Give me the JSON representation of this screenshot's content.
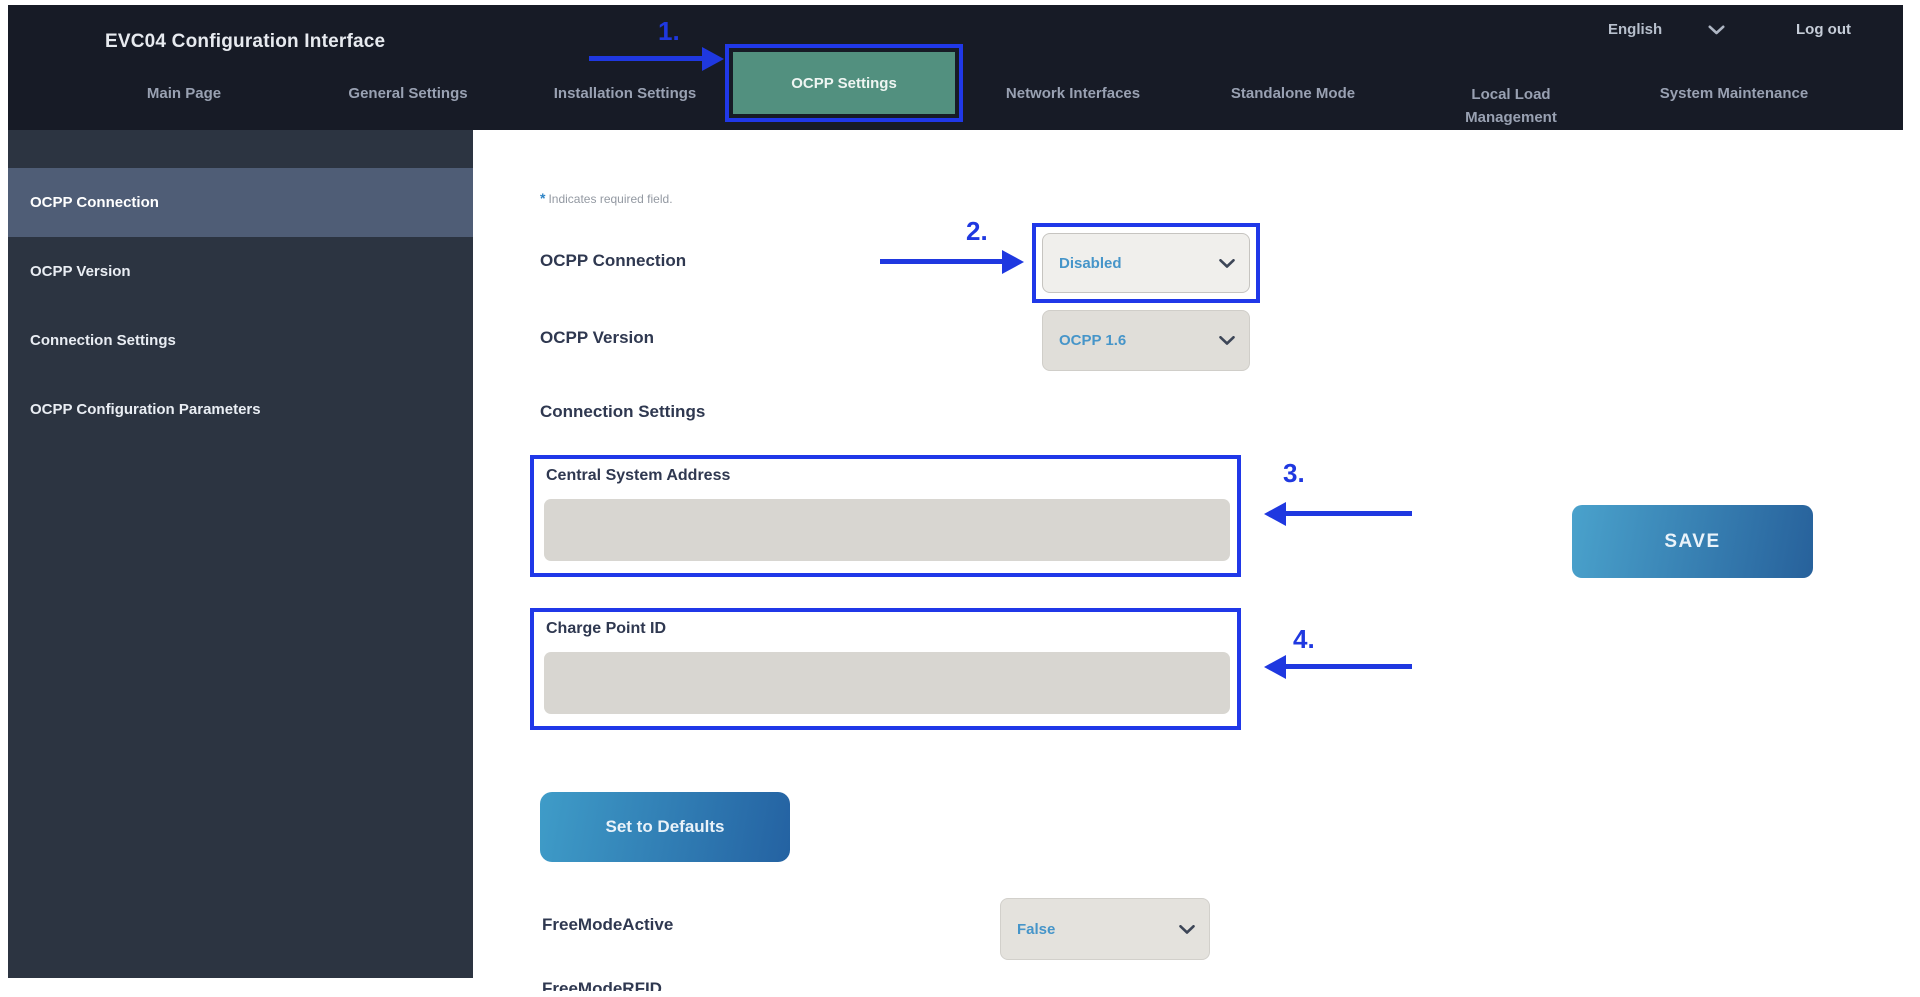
{
  "header": {
    "title": "EVC04 Configuration Interface",
    "language": "English",
    "logout_label": "Log out",
    "nav_items": [
      {
        "label": "Main Page",
        "active": false
      },
      {
        "label": "General Settings",
        "active": false
      },
      {
        "label": "Installation Settings",
        "active": false
      },
      {
        "label": "OCPP Settings",
        "active": true
      },
      {
        "label": "Network Interfaces",
        "active": false
      },
      {
        "label": "Standalone Mode",
        "active": false
      },
      {
        "label": "Local Load Management",
        "active": false
      },
      {
        "label": "System Maintenance",
        "active": false
      }
    ]
  },
  "sidebar": {
    "items": [
      {
        "label": "OCPP Connection",
        "active": true
      },
      {
        "label": "OCPP Version",
        "active": false
      },
      {
        "label": "Connection Settings",
        "active": false
      },
      {
        "label": "OCPP Configuration Parameters",
        "active": false
      }
    ]
  },
  "content": {
    "required_marker": "*",
    "required_note": "Indicates required field.",
    "ocpp_connection": {
      "label": "OCPP Connection",
      "value": "Disabled"
    },
    "ocpp_version": {
      "label": "OCPP Version",
      "value": "OCPP 1.6"
    },
    "section_heading": "Connection Settings",
    "central_system_address": {
      "label": "Central System Address",
      "value": ""
    },
    "charge_point_id": {
      "label": "Charge Point ID",
      "value": ""
    },
    "free_mode_active": {
      "label": "FreeModeActive",
      "value": "False"
    },
    "free_mode_rfid": {
      "label": "FreeModeRFID"
    },
    "buttons": {
      "save": "SAVE",
      "set_to_defaults": "Set to Defaults"
    }
  },
  "annotations": {
    "steps": [
      "1.",
      "2.",
      "3.",
      "4."
    ],
    "color": "#1f38e0"
  },
  "colors": {
    "header_bg": "#171b26",
    "sidebar_bg": "#2c3441",
    "sidebar_active_bg": "#4f5d76",
    "active_tab_bg": "#52907f",
    "annotation_blue": "#2038e8",
    "dropdown_value_text": "#4695c9",
    "input_bg": "#d8d6d1",
    "button_gradient_start": "#4aa2cc",
    "button_gradient_end": "#27619b"
  }
}
